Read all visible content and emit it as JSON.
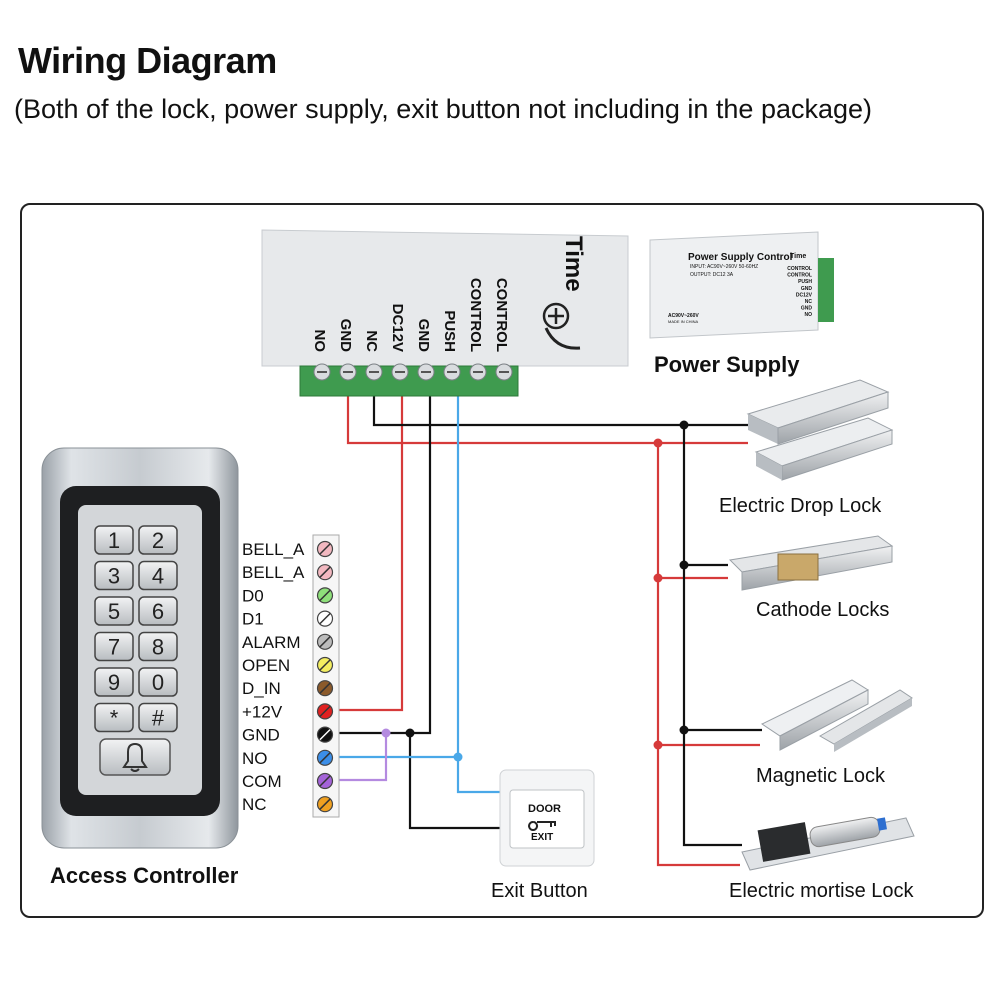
{
  "header": {
    "title": "Wiring Diagram",
    "subtitle": "(Both of the lock, power supply, exit button not including in the package)"
  },
  "power_supply": {
    "brand": "Time",
    "terminals": [
      "NO",
      "GND",
      "NC",
      "DC12V",
      "GND",
      "PUSH",
      "CONTROL",
      "CONTROL"
    ],
    "label": "Power Supply",
    "product_label": {
      "title": "Power Supply Control",
      "brand": "Time",
      "input": "INPUT: AC90V~260V 50-60HZ",
      "output": "OUTPUT: DC12 3A",
      "terminals": [
        "CONTROL",
        "CONTROL",
        "PUSH",
        "GND",
        "DC12V",
        "NC",
        "GND",
        "NO"
      ],
      "ac_mark": "AC90V~260V",
      "made_in": "MADE IN CHINA"
    }
  },
  "access_controller": {
    "label": "Access Controller",
    "keys": [
      "1",
      "2",
      "3",
      "4",
      "5",
      "6",
      "7",
      "8",
      "9",
      "0",
      "*",
      "#"
    ],
    "terminals": [
      {
        "name": "BELL_A",
        "color": "#f2b8c0"
      },
      {
        "name": "BELL_A",
        "color": "#f2b8c0"
      },
      {
        "name": "D0",
        "color": "#8ee07a"
      },
      {
        "name": "D1",
        "color": "#ffffff"
      },
      {
        "name": "ALARM",
        "color": "#bbbbbb"
      },
      {
        "name": "OPEN",
        "color": "#f3ee60"
      },
      {
        "name": "D_IN",
        "color": "#8b5a2b"
      },
      {
        "name": "+12V",
        "color": "#e02020"
      },
      {
        "name": "GND",
        "color": "#111111"
      },
      {
        "name": "NO",
        "color": "#3b8ee8"
      },
      {
        "name": "COM",
        "color": "#a463d8"
      },
      {
        "name": "NC",
        "color": "#f0a020"
      }
    ]
  },
  "exit_button": {
    "label": "Exit Button",
    "text_top": "DOOR",
    "text_bottom": "EXIT"
  },
  "locks": [
    {
      "label": "Electric Drop Lock"
    },
    {
      "label": "Cathode Locks"
    },
    {
      "label": "Magnetic Lock"
    },
    {
      "label": "Electric mortise Lock"
    }
  ],
  "colors": {
    "wire_red": "#d63a3a",
    "wire_black": "#111111",
    "wire_blue": "#4aa8e8",
    "wire_purple": "#b48ae0",
    "terminal_green": "#3f9b4f"
  }
}
